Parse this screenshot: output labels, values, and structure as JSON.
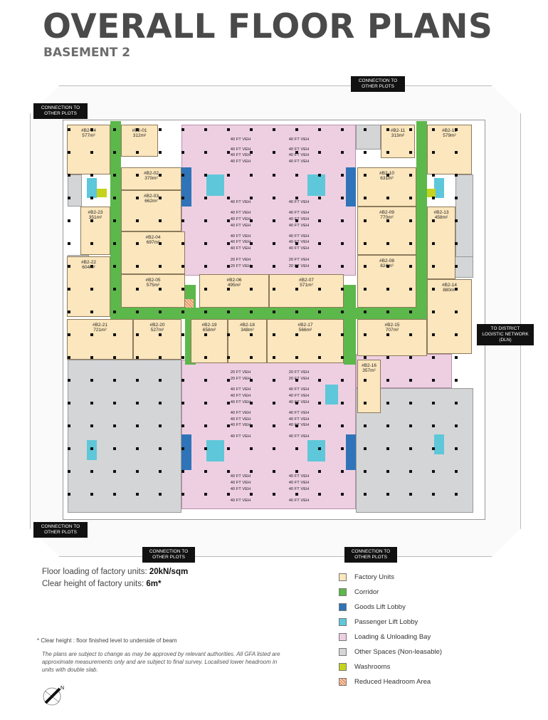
{
  "header": {
    "title": "OVERALL FLOOR PLANS",
    "subtitle": "BASEMENT 2"
  },
  "connections": {
    "top": "CONNECTION TO OTHER PLOTS",
    "left_top": "CONNECTION TO OTHER PLOTS",
    "right": "TO DISTRICT LOGISTIC NETWORK (DLN)",
    "left_bottom": "CONNECTION TO OTHER PLOTS",
    "bottom_left": "CONNECTION TO OTHER PLOTS",
    "bottom_right": "CONNECTION TO OTHER PLOTS"
  },
  "units": [
    {
      "id": "#B2-01",
      "area": "312m²"
    },
    {
      "id": "#B2-02",
      "area": "370m²"
    },
    {
      "id": "#B2-03",
      "area": "662m²"
    },
    {
      "id": "#B2-04",
      "area": "697m²"
    },
    {
      "id": "#B2-05",
      "area": "575m²"
    },
    {
      "id": "#B2-06",
      "area": "495m²"
    },
    {
      "id": "#B2-07",
      "area": "571m²"
    },
    {
      "id": "#B2-08",
      "area": "824m²"
    },
    {
      "id": "#B2-09",
      "area": "770m²"
    },
    {
      "id": "#B2-10",
      "area": "631m²"
    },
    {
      "id": "#B2-11",
      "area": "313m²"
    },
    {
      "id": "#B2-12",
      "area": "579m²"
    },
    {
      "id": "#B2-13",
      "area": "458m²"
    },
    {
      "id": "#B2-14",
      "area": "880m²"
    },
    {
      "id": "#B2-15",
      "area": "707m²"
    },
    {
      "id": "#B2-16",
      "area": "357m²"
    },
    {
      "id": "#B2-17",
      "area": "566m²"
    },
    {
      "id": "#B2-18",
      "area": "348m²"
    },
    {
      "id": "#B2-19",
      "area": "658m²"
    },
    {
      "id": "#B2-20",
      "area": "527m²"
    },
    {
      "id": "#B2-21",
      "area": "721m²"
    },
    {
      "id": "#B2-22",
      "area": "604m²"
    },
    {
      "id": "#B2-23",
      "area": "351m²"
    },
    {
      "id": "#B2-24",
      "area": "577m²"
    }
  ],
  "veh_labels": {
    "top": [
      "40 FT VEH",
      "40 FT VEH",
      "40 FT VEH",
      "40 FT VEH",
      "40 FT VEH",
      "40 FT VEH",
      "40 FT VEH",
      "40 FT VEH",
      "40 FT VEH",
      "40 FT VEH",
      "40 FT VEH",
      "20 FT VEH",
      "20 FT VEH"
    ],
    "bottom": [
      "20 FT VEH",
      "20 FT VEH",
      "40 FT VEH",
      "40 FT VEH",
      "40 FT VEH",
      "40 FT VEH",
      "40 FT VEH",
      "40 FT VEH",
      "40 FT VEH",
      "40 FT VEH",
      "40 FT VEH",
      "40 FT VEH",
      "40 FT VEH"
    ]
  },
  "specs": {
    "floor_loading_label": "Floor loading of factory units:",
    "floor_loading_value": "20kN/sqm",
    "clear_height_label": "Clear height of factory units:",
    "clear_height_value": "6m*"
  },
  "footnote": "* Clear height : floor finished level to underside of beam",
  "disclaimer": "The plans are subject to change as may be approved by relevant authorities. All GFA listed are approximate measurements only and are subject to final survey. Localised lower headroom in units with double slab.",
  "north_label": "N",
  "legend": [
    {
      "label": "Factory Units",
      "color": "#fbe6bd"
    },
    {
      "label": "Corridor",
      "color": "#5cb84a"
    },
    {
      "label": "Goods Lift Lobby",
      "color": "#2f74b8"
    },
    {
      "label": "Passenger Lift Lobby",
      "color": "#5ec7d9"
    },
    {
      "label": "Loading & Unloading Bay",
      "color": "#eecfe2"
    },
    {
      "label": "Other Spaces (Non-leasable)",
      "color": "#d4d5d7"
    },
    {
      "label": "Washrooms",
      "color": "#c5d31c"
    },
    {
      "label": "Reduced Headroom Area",
      "color": "hatch"
    }
  ]
}
